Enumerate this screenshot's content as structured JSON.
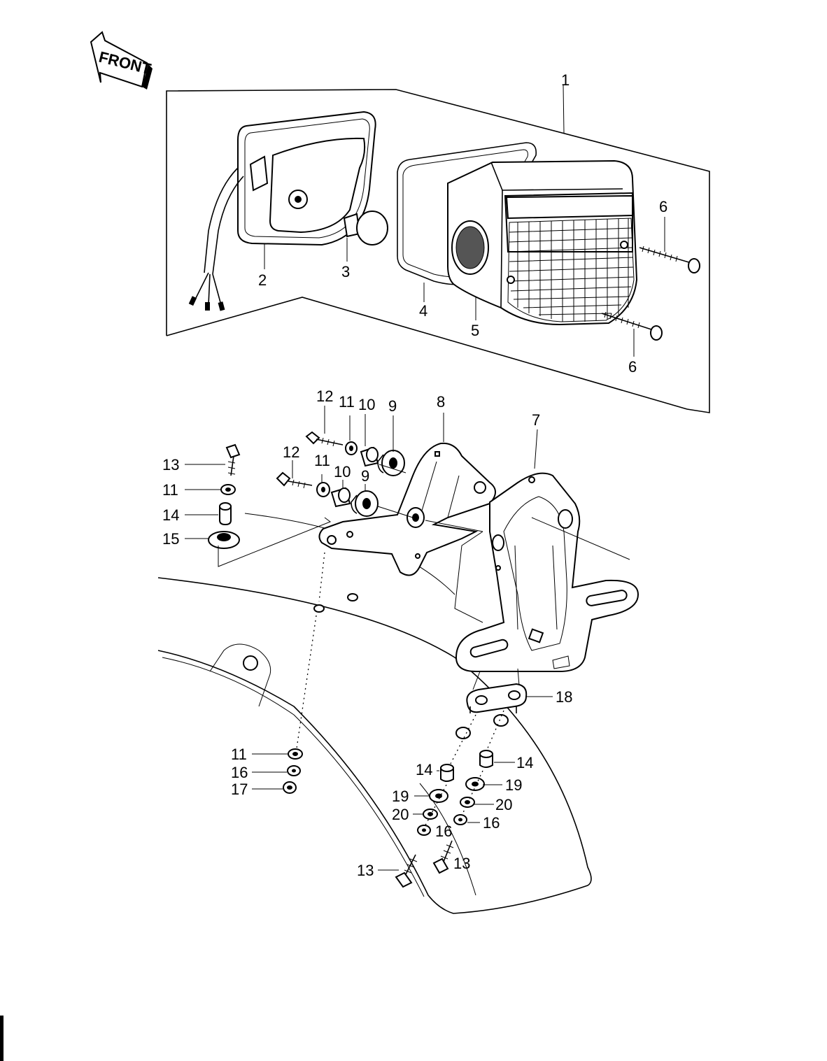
{
  "front_arrow": {
    "text": "FRONT"
  },
  "callouts": [
    {
      "id": "c1",
      "num": "1"
    },
    {
      "id": "c2",
      "num": "2"
    },
    {
      "id": "c3",
      "num": "3"
    },
    {
      "id": "c4",
      "num": "4"
    },
    {
      "id": "c5",
      "num": "5"
    },
    {
      "id": "c6a",
      "num": "6"
    },
    {
      "id": "c6b",
      "num": "6"
    },
    {
      "id": "c7",
      "num": "7"
    },
    {
      "id": "c8",
      "num": "8"
    },
    {
      "id": "c9a",
      "num": "9"
    },
    {
      "id": "c9b",
      "num": "9"
    },
    {
      "id": "c10a",
      "num": "10"
    },
    {
      "id": "c10b",
      "num": "10"
    },
    {
      "id": "c11a",
      "num": "11"
    },
    {
      "id": "c11b",
      "num": "11"
    },
    {
      "id": "c11c",
      "num": "11"
    },
    {
      "id": "c11d",
      "num": "11"
    },
    {
      "id": "c12a",
      "num": "12"
    },
    {
      "id": "c12b",
      "num": "12"
    },
    {
      "id": "c13a",
      "num": "13"
    },
    {
      "id": "c13b",
      "num": "13"
    },
    {
      "id": "c13c",
      "num": "13"
    },
    {
      "id": "c14a",
      "num": "14"
    },
    {
      "id": "c14b",
      "num": "14"
    },
    {
      "id": "c14c",
      "num": "14"
    },
    {
      "id": "c15",
      "num": "15"
    },
    {
      "id": "c16a",
      "num": "16"
    },
    {
      "id": "c16b",
      "num": "16"
    },
    {
      "id": "c16c",
      "num": "16"
    },
    {
      "id": "c17",
      "num": "17"
    },
    {
      "id": "c18",
      "num": "18"
    },
    {
      "id": "c19a",
      "num": "19"
    },
    {
      "id": "c19b",
      "num": "19"
    },
    {
      "id": "c20a",
      "num": "20"
    },
    {
      "id": "c20b",
      "num": "20"
    }
  ]
}
